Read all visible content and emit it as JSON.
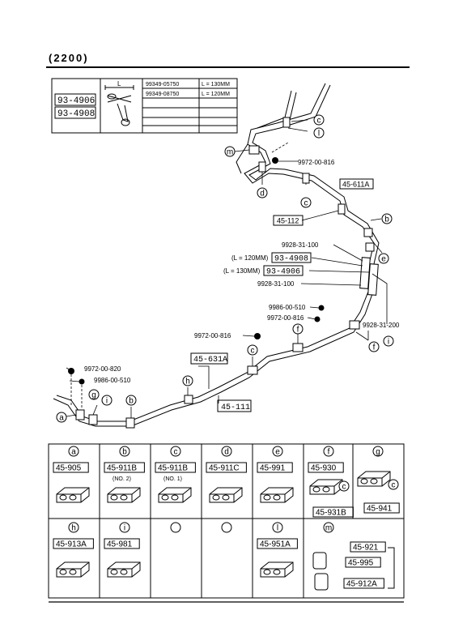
{
  "header": {
    "title": "(2200)"
  },
  "tool_table": {
    "part_numbers": [
      "93-4906",
      "93-4908"
    ],
    "length_symbol": "L",
    "rows": [
      {
        "part": "99349-05750",
        "length": "L = 130MM"
      },
      {
        "part": "99349-08750",
        "length": "L = 120MM"
      }
    ]
  },
  "callouts": {
    "c": "c",
    "l": "l",
    "m": "m",
    "d": "d",
    "b": "b",
    "e": "e",
    "f": "f",
    "i": "i",
    "h": "h",
    "g": "g",
    "a": "a"
  },
  "diagram_labels": {
    "p1": "9972-00-816",
    "p2": "45-611A",
    "p3": "45-112",
    "p4": "9928-31-100",
    "p5": "(L = 120MM)",
    "p6": "93-4908",
    "p7": "(L = 130MM)",
    "p8": "93-4906",
    "p9": "9928-31-100",
    "p10": "9986-00-510",
    "p11": "9972-00-816",
    "p12": "9928-31-200",
    "p13": "9972-00-816",
    "p14": "45-631A",
    "p15": "45-111",
    "p16": "9972-00-820",
    "p17": "9986-00-510"
  },
  "clip_table": {
    "row1": [
      {
        "letter": "a",
        "parts": [
          "45-905"
        ],
        "note": ""
      },
      {
        "letter": "b",
        "parts": [
          "45-911B"
        ],
        "note": "(NO. 2)"
      },
      {
        "letter": "c",
        "parts": [
          "45-911B"
        ],
        "note": "(NO. 1)"
      },
      {
        "letter": "d",
        "parts": [
          "45-911C"
        ],
        "note": ""
      },
      {
        "letter": "e",
        "parts": [
          "45-991"
        ],
        "note": ""
      },
      {
        "letter": "f",
        "parts": [
          "45-930",
          "45-931B"
        ],
        "note": "",
        "sub": "c"
      },
      {
        "letter": "g",
        "parts": [
          "45-941"
        ],
        "note": "",
        "sub": "c"
      }
    ],
    "row2": [
      {
        "letter": "h",
        "parts": [
          "45-913A"
        ]
      },
      {
        "letter": "i",
        "parts": [
          "45-981"
        ]
      },
      {
        "letter": "",
        "parts": []
      },
      {
        "letter": "",
        "parts": []
      },
      {
        "letter": "l",
        "parts": [
          "45-951A"
        ]
      },
      {
        "letter": "m",
        "parts": [
          "45-921",
          "45-995",
          "45-912A"
        ]
      }
    ]
  }
}
